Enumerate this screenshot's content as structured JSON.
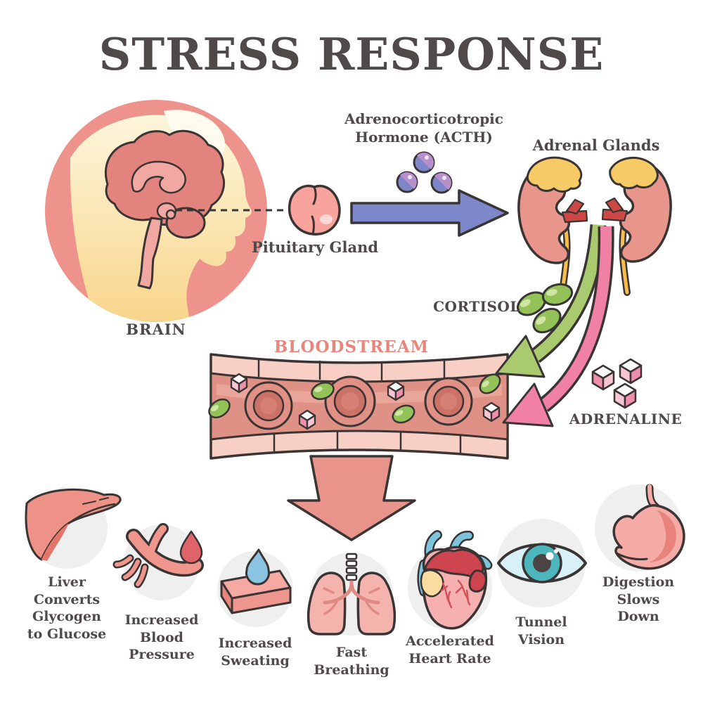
{
  "title": "STRESS RESPONSE",
  "labels": {
    "brain": "BRAIN",
    "pituitary": "Pituitary Gland",
    "acth": "Adrenocorticotropic Hormone (ACTH)",
    "adrenal_glands": "Adrenal Glands",
    "cortisol": "CORTISOL",
    "adrenaline": "ADRENALINE",
    "bloodstream": "BLOODSTREAM"
  },
  "effects": [
    {
      "id": "liver",
      "icon": "liver-icon",
      "label": "Liver Converts Glycogen to Glucose"
    },
    {
      "id": "blood-pressure",
      "icon": "artery-drop-icon",
      "label": "Increased Blood Pressure"
    },
    {
      "id": "sweating",
      "icon": "skin-sweat-icon",
      "label": "Increased Sweating"
    },
    {
      "id": "breathing",
      "icon": "lungs-icon",
      "label": "Fast Breathing"
    },
    {
      "id": "heart-rate",
      "icon": "heart-icon",
      "label": "Accelerated Heart Rate"
    },
    {
      "id": "tunnel-vision",
      "icon": "eye-icon",
      "label": "Tunnel Vision"
    },
    {
      "id": "digestion",
      "icon": "stomach-icon",
      "label": "Digestion Slows Down"
    }
  ],
  "colors": {
    "title_text": "#4f4949",
    "label_text": "#4f4949",
    "bloodstream_text": "#e8857c",
    "outline": "#3a3434",
    "salmon": "#ee938b",
    "arrow_blue": "#7d88cb",
    "arrow_green": "#a9ca6e",
    "arrow_pink": "#f180a5",
    "cortisol_green": "#93c258",
    "adrenaline_cube_pink": "#ee8fab",
    "adrenal_yellow": "#f6cb66",
    "vessel_wall": "#f8cfc5",
    "vessel_interior": "#e09186",
    "icon_circle_gray": "#efefef"
  }
}
